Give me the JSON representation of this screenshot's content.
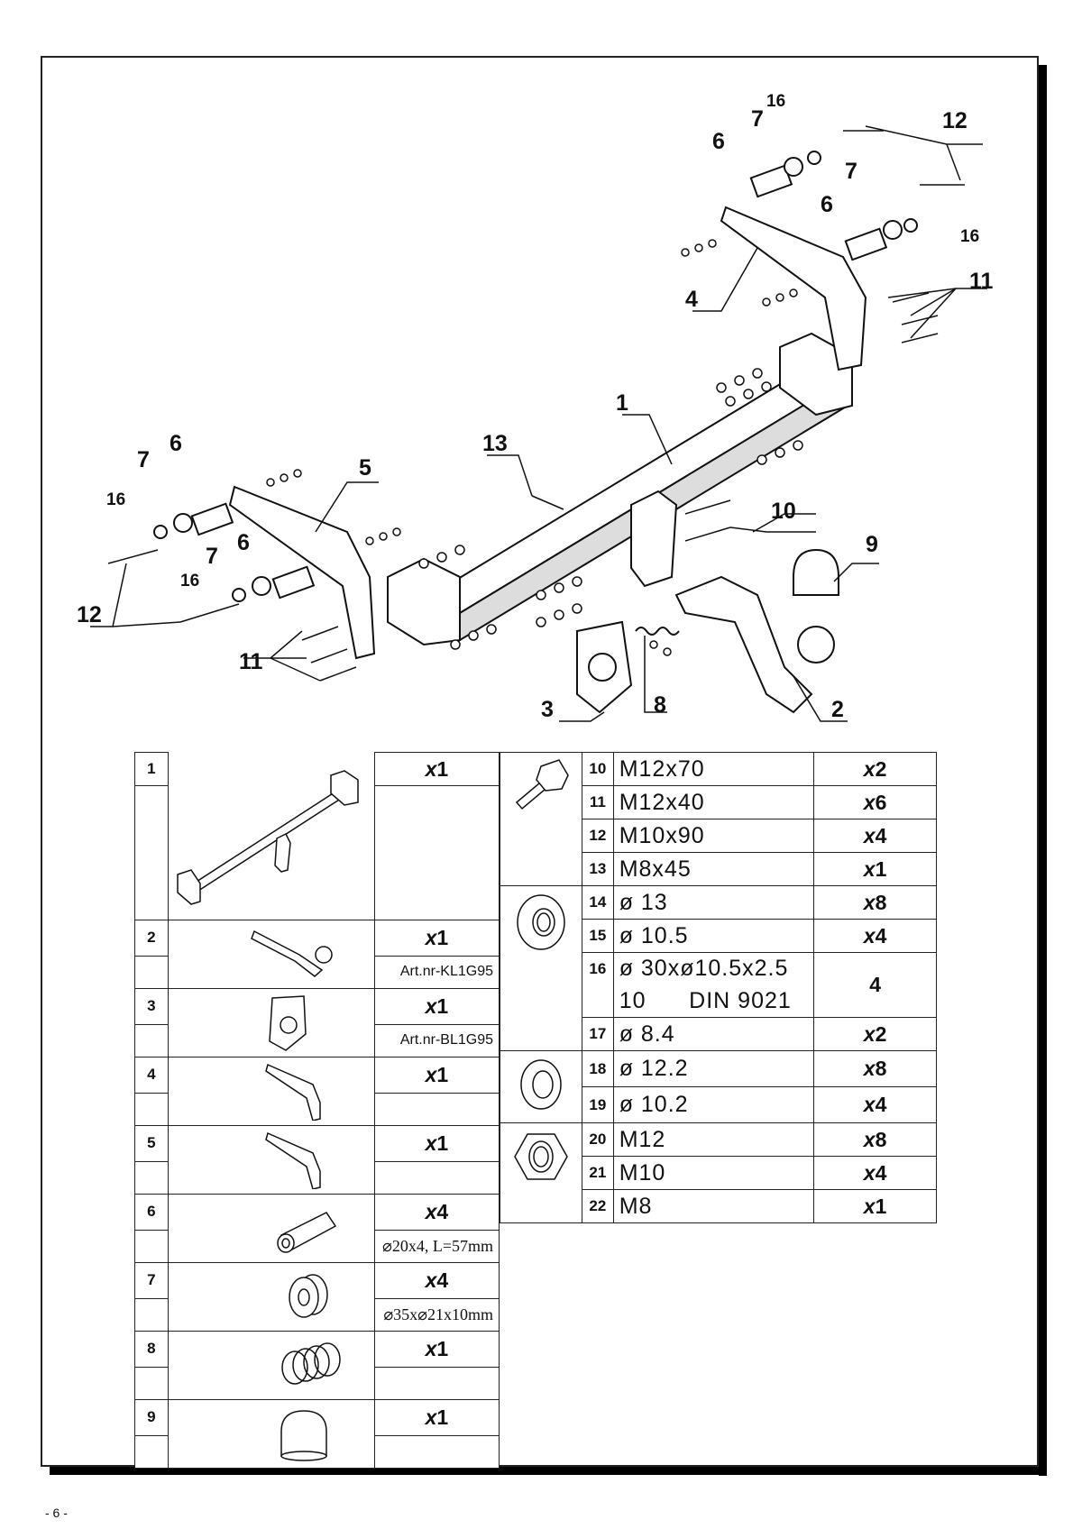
{
  "page_number": "- 6 -",
  "callouts": {
    "c1": "1",
    "c2": "2",
    "c3": "3",
    "c4": "4",
    "c5": "5",
    "c6a": "6",
    "c6b": "6",
    "c6c": "6",
    "c6d": "6",
    "c7a": "7",
    "c7b": "7",
    "c7c": "7",
    "c7d": "7",
    "c8": "8",
    "c9": "9",
    "c10": "10",
    "c11a": "11",
    "c11b": "11",
    "c12a": "12",
    "c12b": "12",
    "c13": "13",
    "c16a": "16",
    "c16b": "16",
    "c16c": "16",
    "c16d": "16"
  },
  "left_parts": [
    {
      "no": "1",
      "qty_x": "x",
      "qty_n": "1",
      "note": ""
    },
    {
      "no": "2",
      "qty_x": "x",
      "qty_n": "1",
      "note": "Art.nr-KL1G95"
    },
    {
      "no": "3",
      "qty_x": "x",
      "qty_n": "1",
      "note": "Art.nr-BL1G95"
    },
    {
      "no": "4",
      "qty_x": "x",
      "qty_n": "1",
      "note": ""
    },
    {
      "no": "5",
      "qty_x": "x",
      "qty_n": "1",
      "note": ""
    },
    {
      "no": "6",
      "qty_x": "x",
      "qty_n": "4",
      "note": "⌀20x4, L=57mm"
    },
    {
      "no": "7",
      "qty_x": "x",
      "qty_n": "4",
      "note": "⌀35x⌀21x10mm"
    },
    {
      "no": "8",
      "qty_x": "x",
      "qty_n": "1",
      "note": ""
    },
    {
      "no": "9",
      "qty_x": "x",
      "qty_n": "1",
      "note": ""
    }
  ],
  "right_parts": [
    {
      "no": "10",
      "spec": "M12x70",
      "qty_x": "x",
      "qty_n": "2"
    },
    {
      "no": "11",
      "spec": "M12x40",
      "qty_x": "x",
      "qty_n": "6"
    },
    {
      "no": "12",
      "spec": "M10x90",
      "qty_x": "x",
      "qty_n": "4"
    },
    {
      "no": "13",
      "spec": "M8x45",
      "qty_x": "x",
      "qty_n": "1"
    },
    {
      "no": "14",
      "spec": "ø 13",
      "qty_x": "x",
      "qty_n": "8"
    },
    {
      "no": "15",
      "spec": "ø 10.5",
      "qty_x": "x",
      "qty_n": "4"
    },
    {
      "no": "16",
      "spec": "ø 30xø10.5x2.5",
      "spec2": "10      DIN 9021",
      "qty_x": "",
      "qty_n": "4"
    },
    {
      "no": "17",
      "spec": "ø 8.4",
      "qty_x": "x",
      "qty_n": "2"
    },
    {
      "no": "18",
      "spec": "ø 12.2",
      "qty_x": "x",
      "qty_n": "8"
    },
    {
      "no": "19",
      "spec": "ø 10.2",
      "qty_x": "x",
      "qty_n": "4"
    },
    {
      "no": "20",
      "spec": "M12",
      "qty_x": "x",
      "qty_n": "8"
    },
    {
      "no": "21",
      "spec": "M10",
      "qty_x": "x",
      "qty_n": "4"
    },
    {
      "no": "22",
      "spec": "M8",
      "qty_x": "x",
      "qty_n": "1"
    }
  ]
}
